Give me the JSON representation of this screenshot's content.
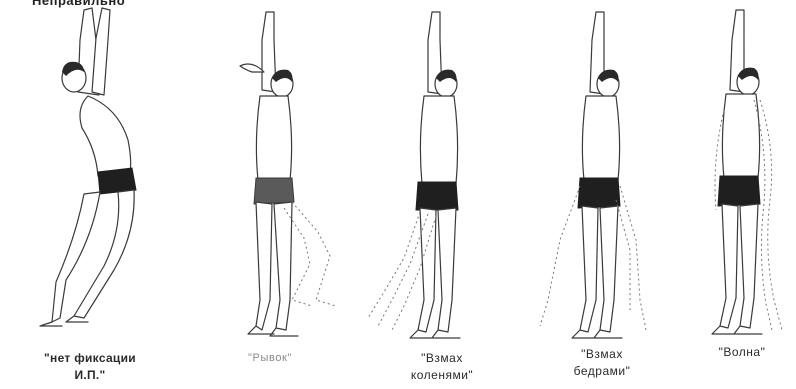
{
  "header": {
    "cut_text": "Неправильно"
  },
  "figures": [
    {
      "caption_line1": "\"нет фиксации",
      "caption_line2": "И.П.\""
    },
    {
      "caption_line1": "\"Рывок\"",
      "caption_line2": ""
    },
    {
      "caption_line1": "\"Взмах",
      "caption_line2": "коленями\""
    },
    {
      "caption_line1": "\"Взмах",
      "caption_line2": "бедрами\""
    },
    {
      "caption_line1": "\"Волна\"",
      "caption_line2": ""
    }
  ]
}
